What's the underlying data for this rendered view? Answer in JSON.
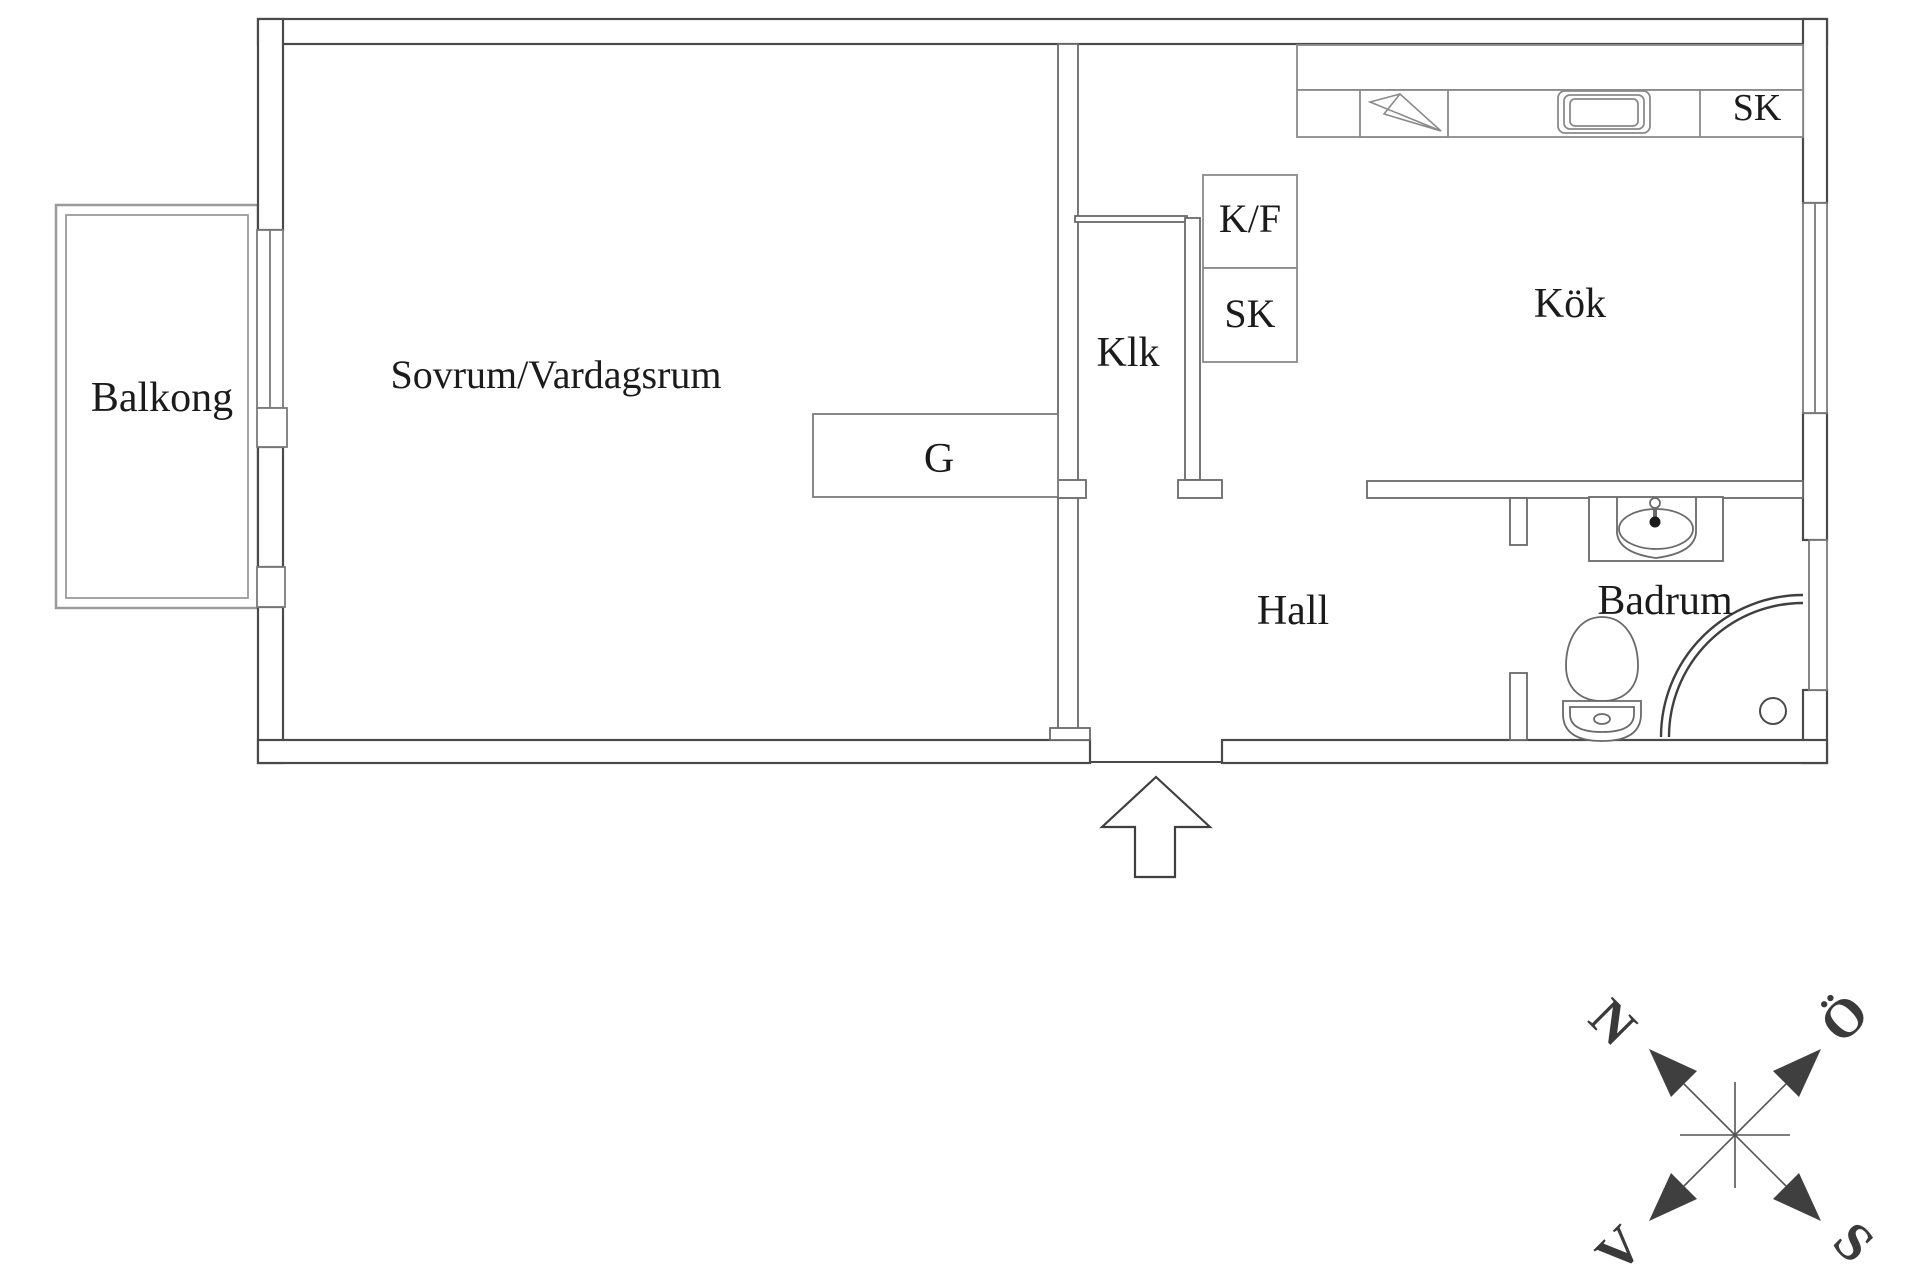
{
  "rooms": {
    "balcony": "Balkong",
    "bedroom_living": "Sovrum/Vardagsrum",
    "closet": "Klk",
    "kitchen": "Kök",
    "hall": "Hall",
    "bathroom": "Badrum"
  },
  "fixtures": {
    "wardrobe": "G",
    "fridge_freezer": "K/F",
    "closet_cabinet": "SK",
    "kitchen_cabinet": "SK"
  },
  "compass": {
    "north": "N",
    "east": "Ö",
    "west": "V",
    "south": "S"
  },
  "colors": {
    "wall_line": "#4a4a4a",
    "inner_line": "#7a7a7a",
    "light_line": "#9a9a9a",
    "text": "#1b1b1b",
    "compass": "#3a3a3a",
    "background": "#ffffff"
  }
}
